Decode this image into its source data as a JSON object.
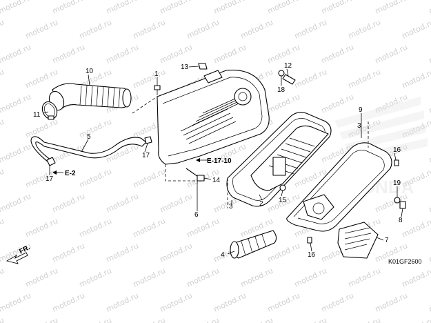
{
  "watermark": "motod.ru",
  "brand_watermark": "HONDA",
  "part_labels": [
    "1",
    "2",
    "3",
    "3",
    "4",
    "5",
    "6",
    "7",
    "8",
    "9",
    "10",
    "11",
    "12",
    "13",
    "14",
    "15",
    "16",
    "16",
    "17",
    "17",
    "18",
    "19"
  ],
  "labels": {
    "p1": "1",
    "p2": "2",
    "p3a": "3",
    "p3b": "3",
    "p4": "4",
    "p5": "5",
    "p6": "6",
    "p7": "7",
    "p8": "8",
    "p9": "9",
    "p10": "10",
    "p11": "11",
    "p12": "12",
    "p13": "13",
    "p14": "14",
    "p15": "15",
    "p16a": "16",
    "p16b": "16",
    "p17a": "17",
    "p17b": "17",
    "p18": "18",
    "p19": "19"
  },
  "references": {
    "e17": "E-17-10",
    "e2": "E-2"
  },
  "direction": "FR.",
  "diagram_code": "K01GF2600"
}
